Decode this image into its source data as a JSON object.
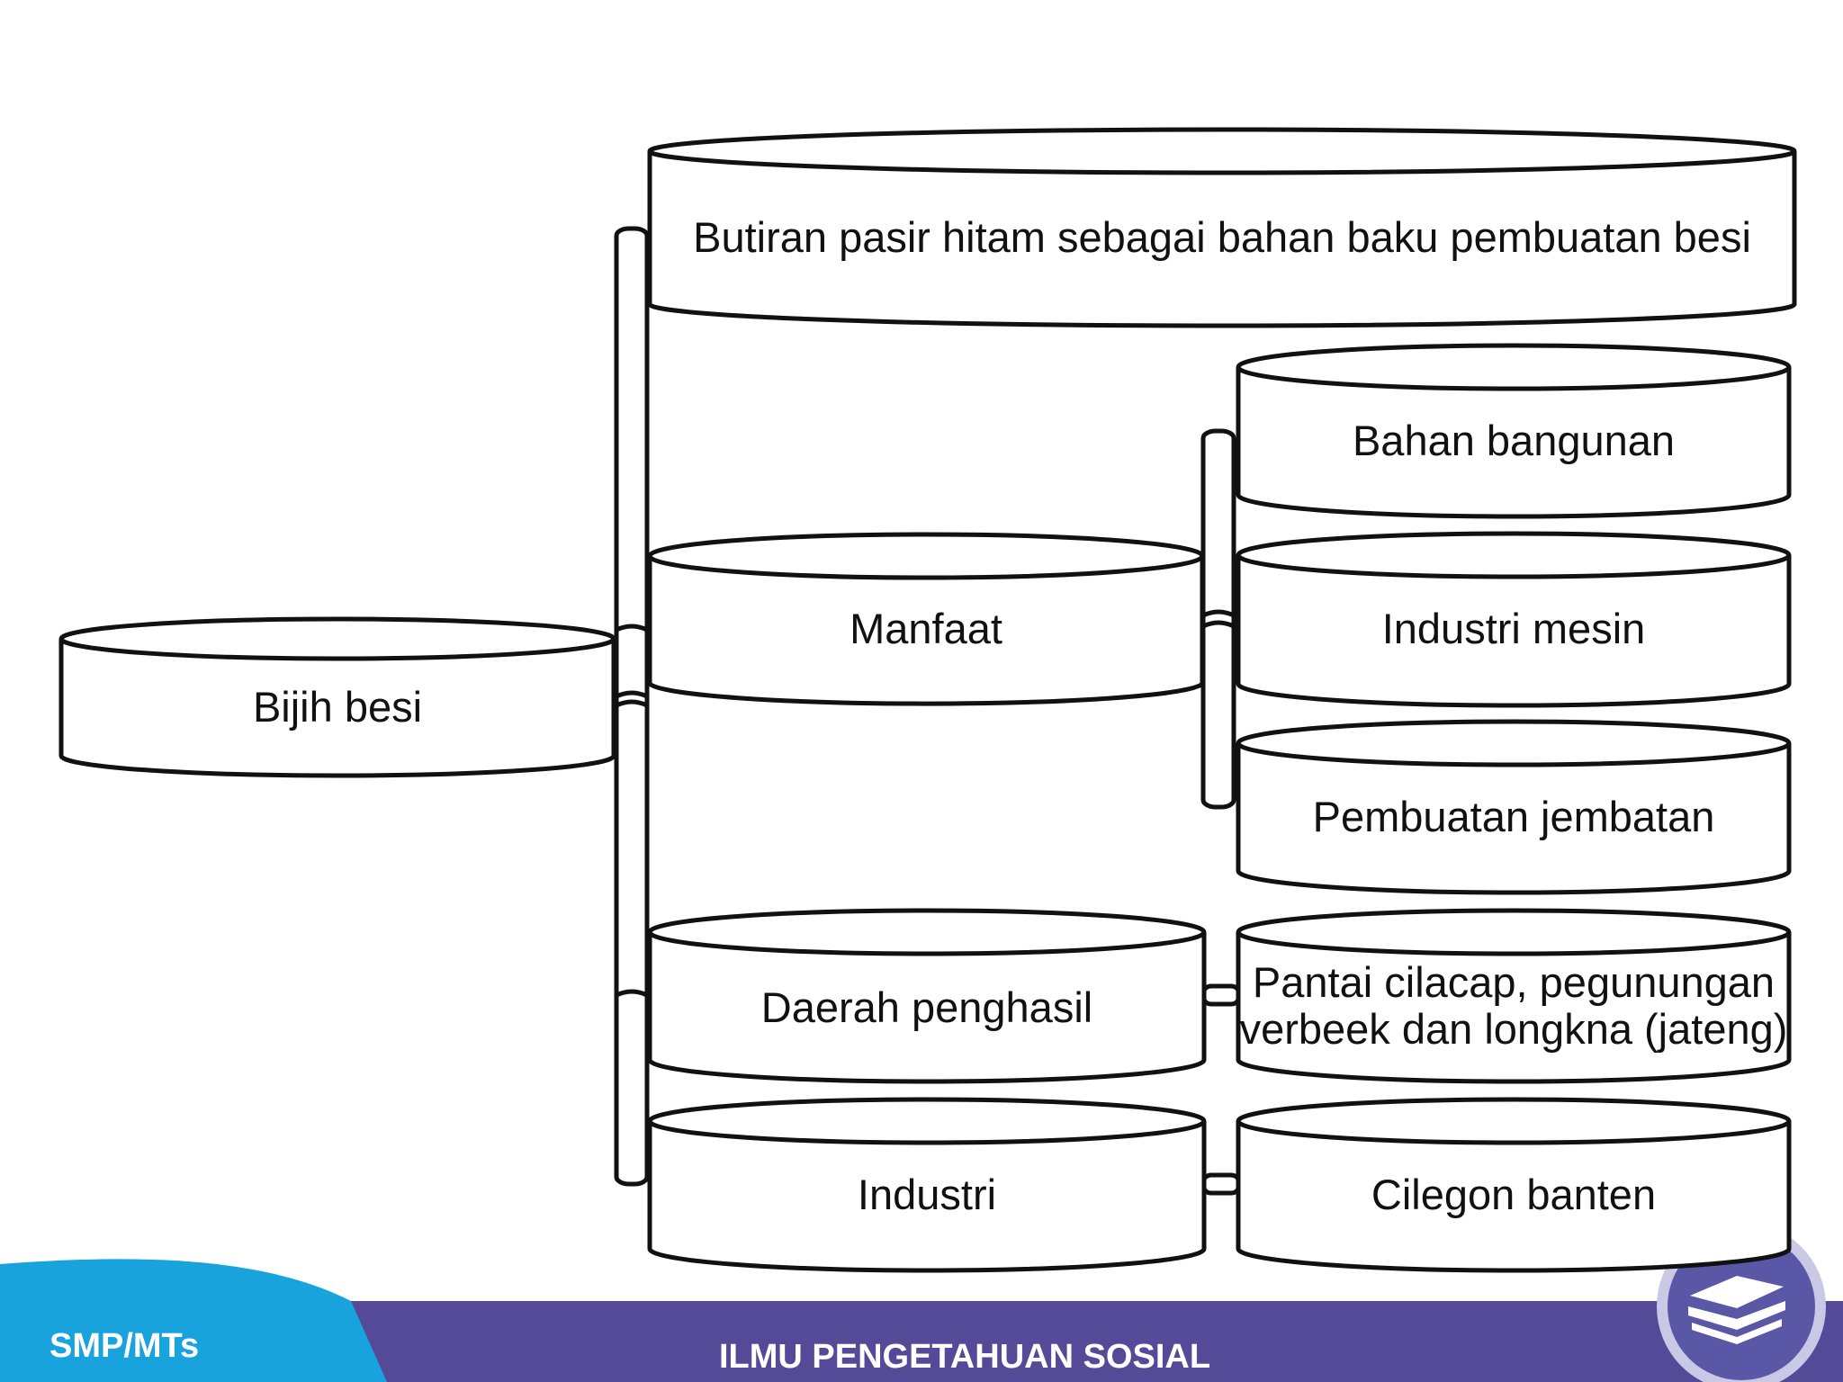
{
  "root": {
    "label": "Bijih besi"
  },
  "branches": {
    "bahan_baku": {
      "label": "Butiran pasir hitam sebagai bahan baku pembuatan besi"
    },
    "manfaat": {
      "label": "Manfaat",
      "children": [
        "Bahan bangunan",
        "Industri mesin",
        "Pembuatan jembatan"
      ]
    },
    "daerah": {
      "label": "Daerah penghasil",
      "child_lines": [
        "Pantai cilacap, pegunungan",
        "verbeek dan longkna (jateng)"
      ]
    },
    "industri": {
      "label": "Industri",
      "child": "Cilegon banten"
    }
  },
  "footer": {
    "level": "SMP/MTs",
    "subject": "ILMU PENGETAHUAN SOSIAL"
  },
  "colors": {
    "footer_band": "#544a98",
    "footer_accent": "#19a3dc",
    "stroke": "#111111"
  }
}
